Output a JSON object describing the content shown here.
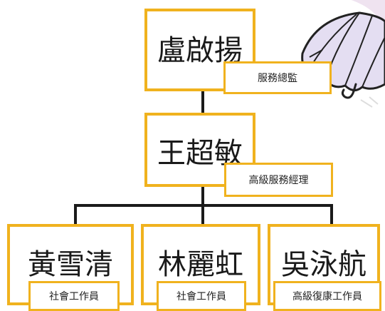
{
  "org_chart": {
    "top": {
      "name": "盧啟揚",
      "title": "服務總監"
    },
    "middle": {
      "name": "王超敏",
      "title": "高級服務經理"
    },
    "staff": [
      {
        "name": "黃雪清",
        "title": "社會工作員"
      },
      {
        "name": "林麗虹",
        "title": "社會工作員"
      },
      {
        "name": "吳泳航",
        "title": "高級復康工作員"
      }
    ]
  },
  "colors": {
    "box_border": "#f0b21e",
    "connector": "#1a1a1a",
    "umbrella": "#d9d2ec"
  },
  "decorations": {
    "umbrella_icon": "umbrella-icon"
  }
}
